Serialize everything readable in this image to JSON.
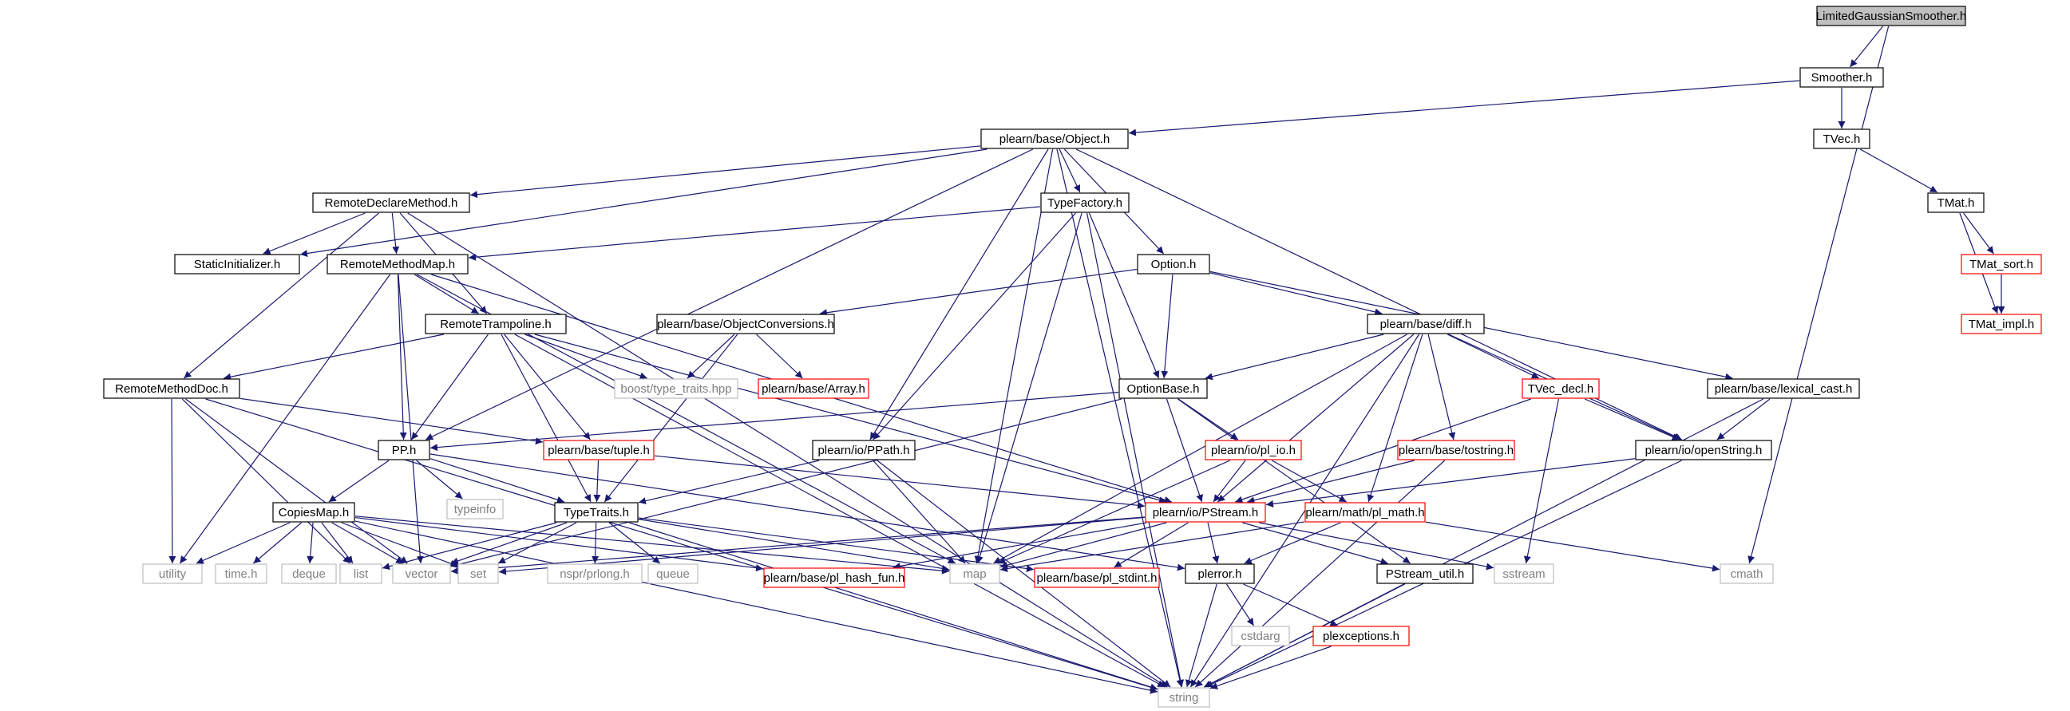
{
  "diagram": {
    "type": "include-dependency-graph",
    "colors": {
      "edge": "#191970",
      "normal_border": "#000000",
      "missing_border": "#bfbfbf",
      "missing_text": "#808080",
      "truncated_border": "#ff0000",
      "root_fill": "#bfbfbf"
    },
    "nodes": [
      {
        "id": "root",
        "label": "LimitedGaussianSmoother.h",
        "kind": "root"
      },
      {
        "id": "smoother",
        "label": "Smoother.h",
        "kind": "normal"
      },
      {
        "id": "object",
        "label": "plearn/base/Object.h",
        "kind": "normal"
      },
      {
        "id": "tvec",
        "label": "TVec.h",
        "kind": "normal"
      },
      {
        "id": "tmat",
        "label": "TMat.h",
        "kind": "normal"
      },
      {
        "id": "tmatsort",
        "label": "TMat_sort.h",
        "kind": "truncated"
      },
      {
        "id": "tmatimpl",
        "label": "TMat_impl.h",
        "kind": "truncated"
      },
      {
        "id": "rdm",
        "label": "RemoteDeclareMethod.h",
        "kind": "normal"
      },
      {
        "id": "typefactory",
        "label": "TypeFactory.h",
        "kind": "normal"
      },
      {
        "id": "option",
        "label": "Option.h",
        "kind": "normal"
      },
      {
        "id": "staticinit",
        "label": "StaticInitializer.h",
        "kind": "normal"
      },
      {
        "id": "rmm",
        "label": "RemoteMethodMap.h",
        "kind": "normal"
      },
      {
        "id": "rtramp",
        "label": "RemoteTrampoline.h",
        "kind": "normal"
      },
      {
        "id": "objconv",
        "label": "plearn/base/ObjectConversions.h",
        "kind": "normal"
      },
      {
        "id": "diff",
        "label": "plearn/base/diff.h",
        "kind": "normal"
      },
      {
        "id": "boosttt",
        "label": "boost/type_traits.hpp",
        "kind": "missing"
      },
      {
        "id": "array",
        "label": "plearn/base/Array.h",
        "kind": "truncated"
      },
      {
        "id": "rmd",
        "label": "RemoteMethodDoc.h",
        "kind": "normal"
      },
      {
        "id": "optionbase",
        "label": "OptionBase.h",
        "kind": "normal"
      },
      {
        "id": "tvecdecl",
        "label": "TVec_decl.h",
        "kind": "truncated"
      },
      {
        "id": "lexcast",
        "label": "plearn/base/lexical_cast.h",
        "kind": "normal"
      },
      {
        "id": "pp",
        "label": "PP.h",
        "kind": "normal"
      },
      {
        "id": "tuple",
        "label": "plearn/base/tuple.h",
        "kind": "truncated"
      },
      {
        "id": "ppath",
        "label": "plearn/io/PPath.h",
        "kind": "normal"
      },
      {
        "id": "plio",
        "label": "plearn/io/pl_io.h",
        "kind": "truncated"
      },
      {
        "id": "tostring",
        "label": "plearn/base/tostring.h",
        "kind": "truncated"
      },
      {
        "id": "openstring",
        "label": "plearn/io/openString.h",
        "kind": "normal"
      },
      {
        "id": "typeinfo",
        "label": "typeinfo",
        "kind": "missing"
      },
      {
        "id": "copiesmap",
        "label": "CopiesMap.h",
        "kind": "normal"
      },
      {
        "id": "typetraits",
        "label": "TypeTraits.h",
        "kind": "normal"
      },
      {
        "id": "pstream",
        "label": "plearn/io/PStream.h",
        "kind": "truncated"
      },
      {
        "id": "plmath",
        "label": "plearn/math/pl_math.h",
        "kind": "truncated"
      },
      {
        "id": "utility",
        "label": "utility",
        "kind": "missing"
      },
      {
        "id": "timeh",
        "label": "time.h",
        "kind": "missing"
      },
      {
        "id": "deque",
        "label": "deque",
        "kind": "missing"
      },
      {
        "id": "list",
        "label": "list",
        "kind": "missing"
      },
      {
        "id": "vector",
        "label": "vector",
        "kind": "missing"
      },
      {
        "id": "set",
        "label": "set",
        "kind": "missing"
      },
      {
        "id": "nspr",
        "label": "nspr/prlong.h",
        "kind": "missing"
      },
      {
        "id": "queue",
        "label": "queue",
        "kind": "missing"
      },
      {
        "id": "map",
        "label": "map",
        "kind": "missing"
      },
      {
        "id": "hashfun",
        "label": "plearn/base/pl_hash_fun.h",
        "kind": "truncated"
      },
      {
        "id": "stdint",
        "label": "plearn/base/pl_stdint.h",
        "kind": "truncated"
      },
      {
        "id": "plerror",
        "label": "plerror.h",
        "kind": "normal"
      },
      {
        "id": "pstreamutil",
        "label": "PStream_util.h",
        "kind": "normal"
      },
      {
        "id": "sstream",
        "label": "sstream",
        "kind": "missing"
      },
      {
        "id": "cmath",
        "label": "cmath",
        "kind": "missing"
      },
      {
        "id": "cstdarg",
        "label": "cstdarg",
        "kind": "missing"
      },
      {
        "id": "plexceptions",
        "label": "plexceptions.h",
        "kind": "truncated"
      },
      {
        "id": "string",
        "label": "string",
        "kind": "missing"
      }
    ],
    "edges": [
      [
        "root",
        "smoother"
      ],
      [
        "root",
        "cmath"
      ],
      [
        "smoother",
        "object"
      ],
      [
        "smoother",
        "tvec"
      ],
      [
        "tvec",
        "tmat"
      ],
      [
        "tmat",
        "tmatsort"
      ],
      [
        "tmat",
        "tmatimpl"
      ],
      [
        "tmatsort",
        "tmatimpl"
      ],
      [
        "object",
        "rdm"
      ],
      [
        "object",
        "staticinit"
      ],
      [
        "object",
        "typefactory"
      ],
      [
        "object",
        "option"
      ],
      [
        "object",
        "pp"
      ],
      [
        "object",
        "ppath"
      ],
      [
        "object",
        "map"
      ],
      [
        "object",
        "openstring"
      ],
      [
        "object",
        "string"
      ],
      [
        "rdm",
        "staticinit"
      ],
      [
        "rdm",
        "rmm"
      ],
      [
        "rdm",
        "rtramp"
      ],
      [
        "rdm",
        "rmd"
      ],
      [
        "rdm",
        "string"
      ],
      [
        "typefactory",
        "rmm"
      ],
      [
        "typefactory",
        "optionbase"
      ],
      [
        "typefactory",
        "ppath"
      ],
      [
        "typefactory",
        "map"
      ],
      [
        "typefactory",
        "string"
      ],
      [
        "option",
        "objconv"
      ],
      [
        "option",
        "optionbase"
      ],
      [
        "option",
        "diff"
      ],
      [
        "option",
        "lexcast"
      ],
      [
        "rmm",
        "rtramp"
      ],
      [
        "rmm",
        "pp"
      ],
      [
        "rmm",
        "utility"
      ],
      [
        "rmm",
        "vector"
      ],
      [
        "rmm",
        "map"
      ],
      [
        "rmm",
        "pstream"
      ],
      [
        "rtramp",
        "rmd"
      ],
      [
        "rtramp",
        "boosttt"
      ],
      [
        "rtramp",
        "pp"
      ],
      [
        "rtramp",
        "tuple"
      ],
      [
        "rtramp",
        "typetraits"
      ],
      [
        "rtramp",
        "string"
      ],
      [
        "rtramp",
        "pstream"
      ],
      [
        "objconv",
        "boosttt"
      ],
      [
        "objconv",
        "array"
      ],
      [
        "objconv",
        "typetraits"
      ],
      [
        "diff",
        "optionbase"
      ],
      [
        "diff",
        "tvecdecl"
      ],
      [
        "diff",
        "openstring"
      ],
      [
        "diff",
        "tostring"
      ],
      [
        "diff",
        "pstream"
      ],
      [
        "diff",
        "plmath"
      ],
      [
        "diff",
        "map"
      ],
      [
        "diff",
        "string"
      ],
      [
        "rmd",
        "tuple"
      ],
      [
        "rmd",
        "utility"
      ],
      [
        "rmd",
        "list"
      ],
      [
        "rmd",
        "vector"
      ],
      [
        "rmd",
        "string"
      ],
      [
        "optionbase",
        "pp"
      ],
      [
        "optionbase",
        "plio"
      ],
      [
        "optionbase",
        "pstream"
      ],
      [
        "optionbase",
        "pstreamutil"
      ],
      [
        "optionbase",
        "vector"
      ],
      [
        "tvecdecl",
        "openstring"
      ],
      [
        "tvecdecl",
        "pstream"
      ],
      [
        "tvecdecl",
        "sstream"
      ],
      [
        "lexcast",
        "openstring"
      ],
      [
        "lexcast",
        "string"
      ],
      [
        "pp",
        "copiesmap"
      ],
      [
        "pp",
        "typetraits"
      ],
      [
        "pp",
        "typeinfo"
      ],
      [
        "pp",
        "plerror"
      ],
      [
        "tuple",
        "typetraits"
      ],
      [
        "tuple",
        "pstream"
      ],
      [
        "ppath",
        "typetraits"
      ],
      [
        "ppath",
        "map"
      ],
      [
        "ppath",
        "string"
      ],
      [
        "plio",
        "pstream"
      ],
      [
        "plio",
        "map"
      ],
      [
        "plio",
        "plmath"
      ],
      [
        "tostring",
        "pstream"
      ],
      [
        "tostring",
        "string"
      ],
      [
        "openstring",
        "pstream"
      ],
      [
        "openstring",
        "string"
      ],
      [
        "copiesmap",
        "utility"
      ],
      [
        "copiesmap",
        "timeh"
      ],
      [
        "copiesmap",
        "deque"
      ],
      [
        "copiesmap",
        "list"
      ],
      [
        "copiesmap",
        "vector"
      ],
      [
        "copiesmap",
        "set"
      ],
      [
        "copiesmap",
        "map"
      ],
      [
        "copiesmap",
        "hashfun"
      ],
      [
        "copiesmap",
        "string"
      ],
      [
        "typetraits",
        "list"
      ],
      [
        "typetraits",
        "vector"
      ],
      [
        "typetraits",
        "set"
      ],
      [
        "typetraits",
        "nspr"
      ],
      [
        "typetraits",
        "queue"
      ],
      [
        "typetraits",
        "map"
      ],
      [
        "typetraits",
        "stdint"
      ],
      [
        "typetraits",
        "string"
      ],
      [
        "pstream",
        "set"
      ],
      [
        "pstream",
        "map"
      ],
      [
        "pstream",
        "hashfun"
      ],
      [
        "pstream",
        "stdint"
      ],
      [
        "pstream",
        "plerror"
      ],
      [
        "pstream",
        "pstreamutil"
      ],
      [
        "pstream",
        "sstream"
      ],
      [
        "pstream",
        "vector"
      ],
      [
        "plmath",
        "plerror"
      ],
      [
        "plmath",
        "cmath"
      ],
      [
        "plmath",
        "map"
      ],
      [
        "plerror",
        "cstdarg"
      ],
      [
        "plerror",
        "plexceptions"
      ],
      [
        "plerror",
        "string"
      ],
      [
        "pstreamutil",
        "string"
      ],
      [
        "plexceptions",
        "string"
      ]
    ]
  }
}
